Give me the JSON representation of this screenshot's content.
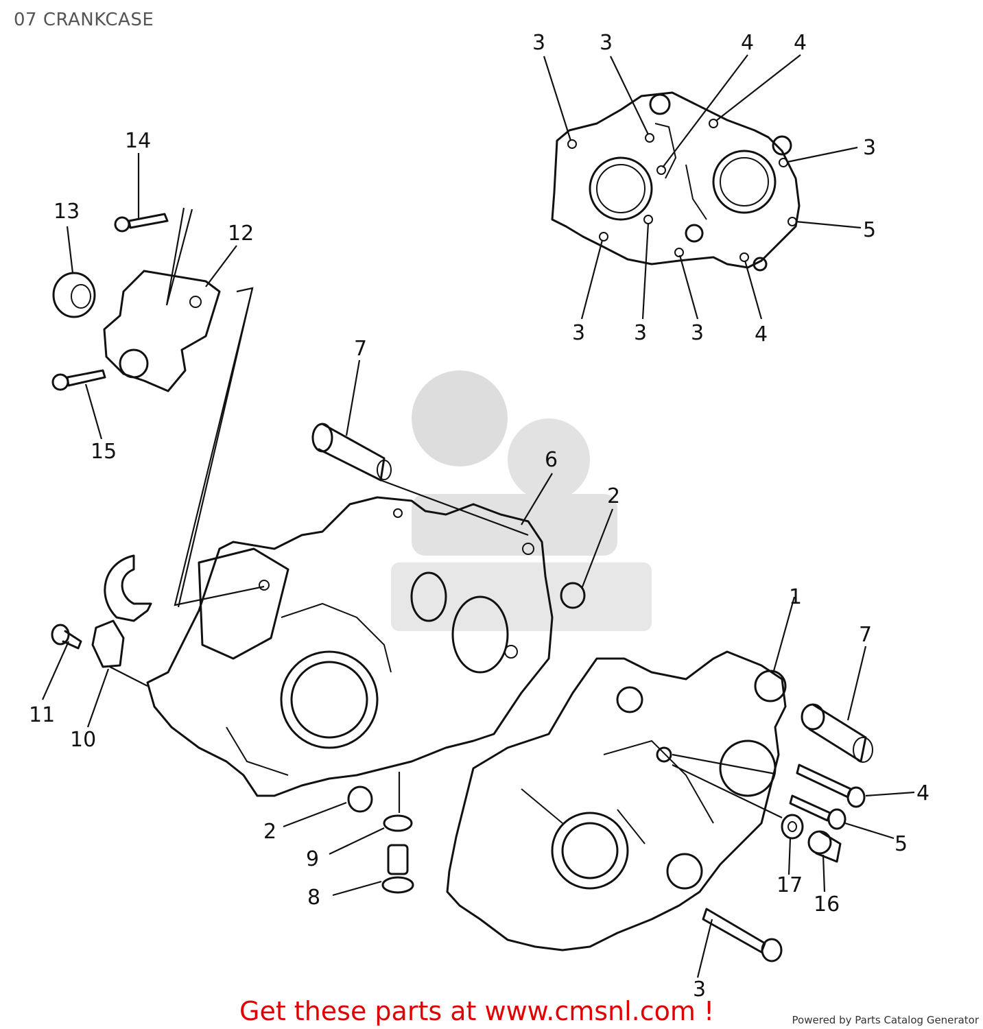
{
  "page": {
    "title": "07 CRANKCASE"
  },
  "callouts": {
    "c1": "1",
    "c2a": "2",
    "c2b": "2",
    "c3_top1": "3",
    "c3_top2": "3",
    "c3_right": "3",
    "c3_bot1": "3",
    "c3_bot2": "3",
    "c3_bot3": "3",
    "c3_bottom": "3",
    "c4_top1": "4",
    "c4_top2": "4",
    "c4_bot": "4",
    "c4_right": "4",
    "c5_top": "5",
    "c5_right": "5",
    "c6": "6",
    "c7a": "7",
    "c7b": "7",
    "c8": "8",
    "c9": "9",
    "c10": "10",
    "c11": "11",
    "c12": "12",
    "c13": "13",
    "c14": "14",
    "c15": "15",
    "c16": "16",
    "c17": "17"
  },
  "footer": {
    "cta": "Get these parts at www.cmsnl.com !",
    "powered": "Powered by Parts Catalog Generator"
  },
  "colors": {
    "cta": "#e00000",
    "line": "#111111",
    "title": "#555555"
  }
}
